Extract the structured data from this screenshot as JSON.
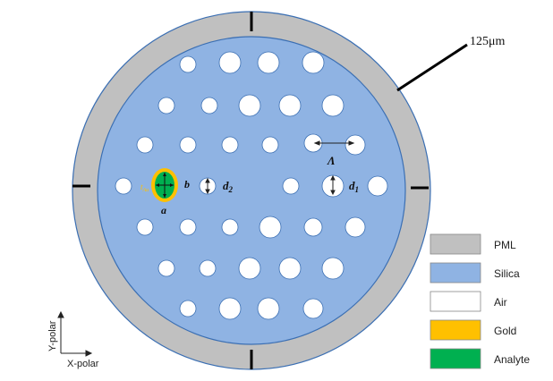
{
  "diameter_label": "125μm",
  "symbols": {
    "pitch": "Λ",
    "d1": "d",
    "d1_sub": "1",
    "d2": "d",
    "d2_sub": "2",
    "a": "a",
    "b": "b",
    "t": "t",
    "t_sub": "Au"
  },
  "axes": {
    "y": "Y-polar",
    "x": "X-polar"
  },
  "legend": [
    {
      "label": "PML",
      "color": "#c0c0c0"
    },
    {
      "label": "Silica",
      "color": "#8fb3e3"
    },
    {
      "label": "Air",
      "color": "#ffffff"
    },
    {
      "label": "Gold",
      "color": "#ffc000"
    },
    {
      "label": "Analyte",
      "color": "#00b050"
    }
  ],
  "colors": {
    "pml": "#c0c0c0",
    "silica": "#8fb3e3",
    "air": "#ffffff",
    "gold": "#ffc000",
    "analyte": "#00b050"
  }
}
